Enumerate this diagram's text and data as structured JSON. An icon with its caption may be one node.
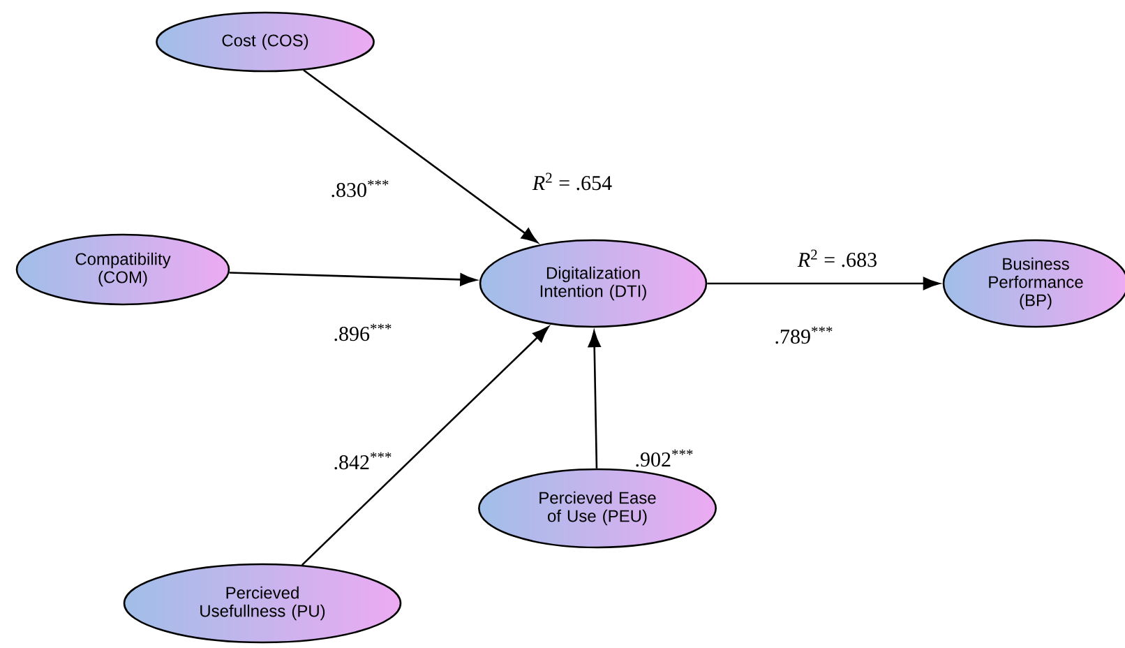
{
  "diagram": {
    "nodes": [
      {
        "text": [
          "Cost (COS)"
        ]
      },
      {
        "text": [
          "Compatibility (COM)"
        ]
      },
      {
        "text": [
          "Digitalization Intention (DTI)"
        ],
        "beside": [
          "*R*$^{2}$ = .654"
        ]
      },
      {
        "text": [
          "Business Performance (BP)"
        ],
        "beside": [
          "*R*$^{2}$ = .683"
        ]
      },
      {
        "text": [
          "Percieved Ease of Use (PEU)"
        ]
      },
      {
        "text": [
          "Percieved Usefullness (PU)"
        ]
      }
    ],
    "edges": [
      {
        "from": 0,
        "to": 2,
        "arrow": "to",
        "label": ".830$^{***}$"
      },
      {
        "from": 1,
        "to": 2,
        "arrow": "to",
        "label": ".896$^{***}$"
      },
      {
        "from": 5,
        "to": 2,
        "arrow": "to",
        "label": ".842$^{***}$"
      },
      {
        "from": 4,
        "to": 2,
        "arrow": "to",
        "label": ".902$^{***}$"
      },
      {
        "from": 2,
        "to": 3,
        "arrow": "to",
        "label": ".789$^{***}$"
      }
    ]
  }
}
